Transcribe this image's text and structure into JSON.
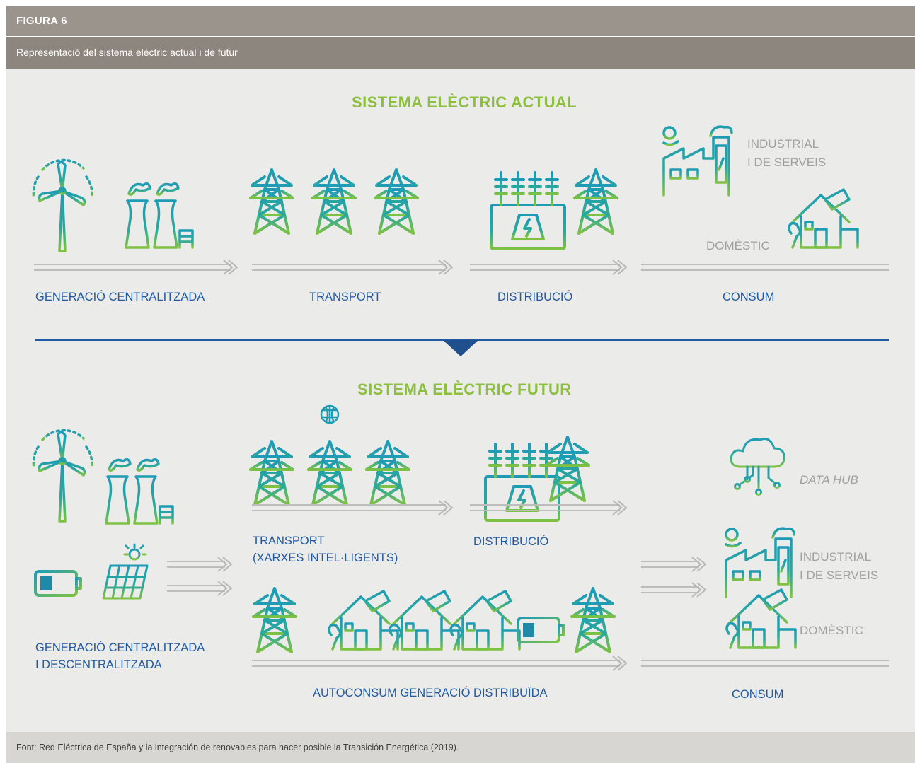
{
  "figure": {
    "label": "FIGURA 6",
    "caption": "Representació del sistema elèctric actual i de futur",
    "source": "Font: Red Eléctrica de España y la integración de renovables para hacer posible la Transición Energética (2019)."
  },
  "current": {
    "title": "SISTEMA ELÈCTRIC ACTUAL",
    "stages": {
      "generation": "GENERACIÓ CENTRALITZADA",
      "transport": "TRANSPORT",
      "distribution": "DISTRIBUCIÓ",
      "consumption": "CONSUM"
    },
    "consumers": {
      "industrial_line1": "INDUSTRIAL",
      "industrial_line2": "I DE SERVEIS",
      "domestic": "DOMÈSTIC"
    }
  },
  "future": {
    "title": "SISTEMA ELÈCTRIC FUTUR",
    "stages": {
      "generation_line1": "GENERACIÓ CENTRALITZADA",
      "generation_line2": "I DESCENTRALITZADA",
      "transport_line1": "TRANSPORT",
      "transport_line2": "(XARXES INTEL·LIGENTS)",
      "distribution": "DISTRIBUCIÓ",
      "self_consumption": "AUTOCONSUM GENERACIÓ DISTRIBUÏDA",
      "consumption": "CONSUM"
    },
    "consumers": {
      "data_hub": "DATA HUB",
      "industrial_line1": "INDUSTRIAL",
      "industrial_line2": "I DE SERVEIS",
      "domestic": "DOMÈSTIC"
    }
  },
  "colors": {
    "title_green": "#8dbf3f",
    "label_blue": "#1f5aa3",
    "label_grey": "#a0a0a0",
    "icon_teal": "#1e9bb5",
    "icon_green": "#7fc241",
    "divider": "#1f5aa3"
  }
}
